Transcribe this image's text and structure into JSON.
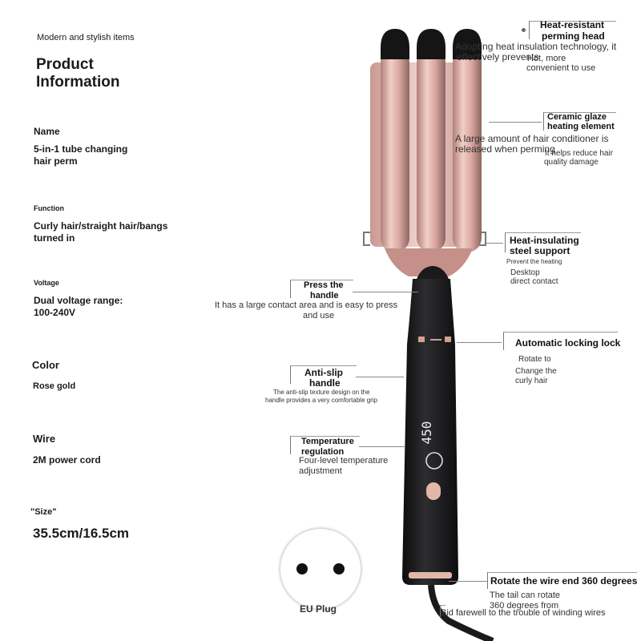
{
  "left": {
    "tagline": "Modern and stylish items",
    "heading_line1": "Product",
    "heading_line2": "Information",
    "name_label": "Name",
    "name_value_line1": "5-in-1 tube changing",
    "name_value_line2": "hair perm",
    "function_label": "Function",
    "function_value_line1": "Curly hair/straight hair/bangs",
    "function_value_line2": "turned in",
    "voltage_label": "Voltage",
    "voltage_value_line1": "Dual voltage range:",
    "voltage_value_line2": "100-240V",
    "color_label": "Color",
    "color_value": "Rose gold",
    "wire_label": "Wire",
    "wire_value": "2M power cord",
    "size_label": "\"Size\"",
    "size_value": "35.5cm/16.5cm"
  },
  "plug": {
    "label": "EU Plug"
  },
  "device": {
    "display": "450"
  },
  "callouts": {
    "head_title_1": "Heat-resistant",
    "head_title_2": "perming head",
    "head_desc_1": "Adopting heat insulation technology, it",
    "head_desc_2": "effectively prevents",
    "head_desc_3": "Hot, more",
    "head_desc_4": "convenient to use",
    "ceramic_title_1": "Ceramic glaze",
    "ceramic_title_2": "heating element",
    "ceramic_desc_1": "A large amount of hair conditioner is",
    "ceramic_desc_2": "released when perming",
    "ceramic_desc_3": "It helps reduce hair",
    "ceramic_desc_4": "quality damage",
    "support_title_1": "Heat-insulating",
    "support_title_2": "steel support",
    "support_desc_1": "Prevent the heating",
    "support_desc_2": "Desktop",
    "support_desc_3": "direct contact",
    "press_title_1": "Press the",
    "press_title_2": "handle",
    "press_desc_1": "It has a large contact area and is easy to press",
    "press_desc_2": "and use",
    "lock_title": "Automatic locking lock",
    "lock_desc_1": "Rotate to",
    "lock_desc_2": "Change the",
    "lock_desc_3": "curly hair",
    "antislip_title_1": "Anti-slip",
    "antislip_title_2": "handle",
    "antislip_desc_1": "The anti-slip texture design on the",
    "antislip_desc_2": "handle provides a very comfortable grip",
    "temp_title_1": "Temperature",
    "temp_title_2": "regulation",
    "temp_desc_1": "Four-level temperature",
    "temp_desc_2": "adjustment",
    "rotate_title": "Rotate the wire end 360 degrees",
    "rotate_desc_1": "The tail can rotate",
    "rotate_desc_2": "360 degrees from",
    "rotate_desc_3": "Bid farewell to the trouble of winding wires"
  },
  "colors": {
    "rose_gold": "#d9a7a0",
    "handle": "#1b1b1d",
    "accent": "#e2b7a8"
  }
}
